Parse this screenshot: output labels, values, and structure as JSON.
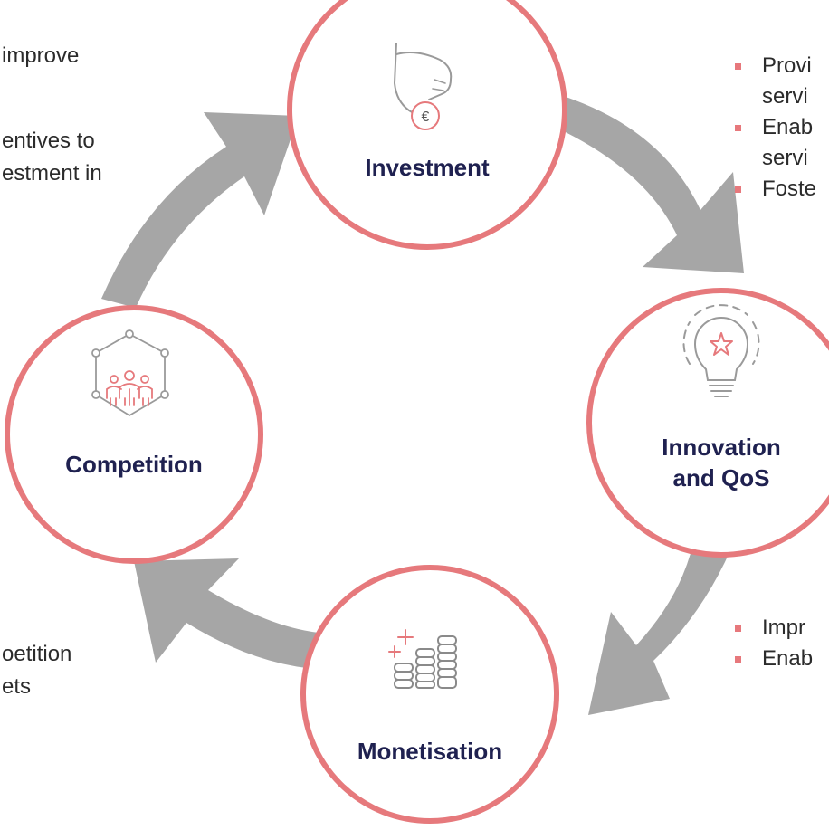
{
  "colors": {
    "ring": "#e6797c",
    "arrow": "#a6a6a6",
    "label": "#1f2150",
    "icon_gray": "#9a9a9a",
    "icon_accent": "#e6797c"
  },
  "nodes": [
    {
      "id": "investment",
      "label": "Investment",
      "icon": "hand-coin-euro-icon",
      "icon_text": "€"
    },
    {
      "id": "innovation",
      "label": "Innovation and QoS",
      "icon": "lightbulb-star-icon"
    },
    {
      "id": "monetisation",
      "label": "Monetisation",
      "icon": "coin-stacks-plus-icon"
    },
    {
      "id": "competition",
      "label": "Competition",
      "icon": "network-people-icon"
    }
  ],
  "left_text": {
    "top": [
      "improve",
      "entives to",
      "estment in"
    ],
    "bottom": [
      "oetition",
      "ets"
    ]
  },
  "right_text": {
    "top": [
      "Provi",
      "servi",
      "Enab",
      "servi",
      "Foste"
    ],
    "bottom": [
      "Impr",
      "Enab"
    ]
  }
}
